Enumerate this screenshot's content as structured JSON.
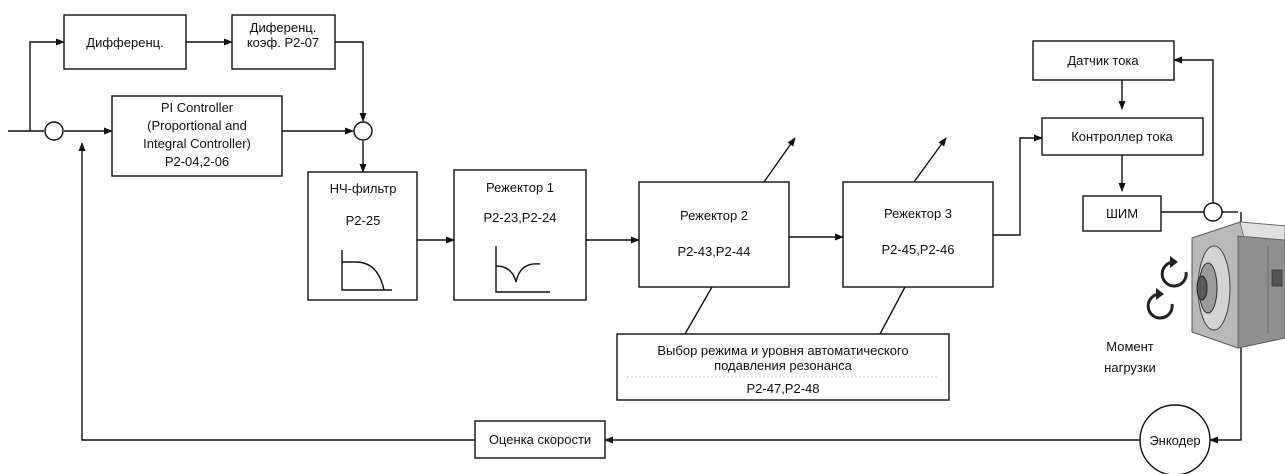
{
  "blocks": {
    "diff": "Дифференц.",
    "diff_coef": [
      "Диференц.",
      "коэф. P2-07"
    ],
    "pi": [
      "PI Controller",
      "(Proportional and",
      "Integral Controller)",
      "P2-04,2-06"
    ],
    "lpf": [
      "НЧ-фильтр",
      "P2-25"
    ],
    "notch1": [
      "Режектор 1",
      "P2-23,P2-24"
    ],
    "notch2": [
      "Режектор 2",
      "P2-43,P2-44"
    ],
    "notch3": [
      "Режектор 3",
      "P2-45,P2-46"
    ],
    "current_sensor": "Датчик тока",
    "current_controller": "Контроллер тока",
    "pwm": "ШИМ",
    "auto_resonance": [
      "Выбор режима и уровня автоматического",
      "подавления резонанса",
      "P2-47,P2-48"
    ],
    "speed_estimate": "Оценка скорости",
    "encoder": "Энкодер"
  },
  "labels": {
    "load_torque": [
      "Момент",
      "нагрузки"
    ]
  }
}
